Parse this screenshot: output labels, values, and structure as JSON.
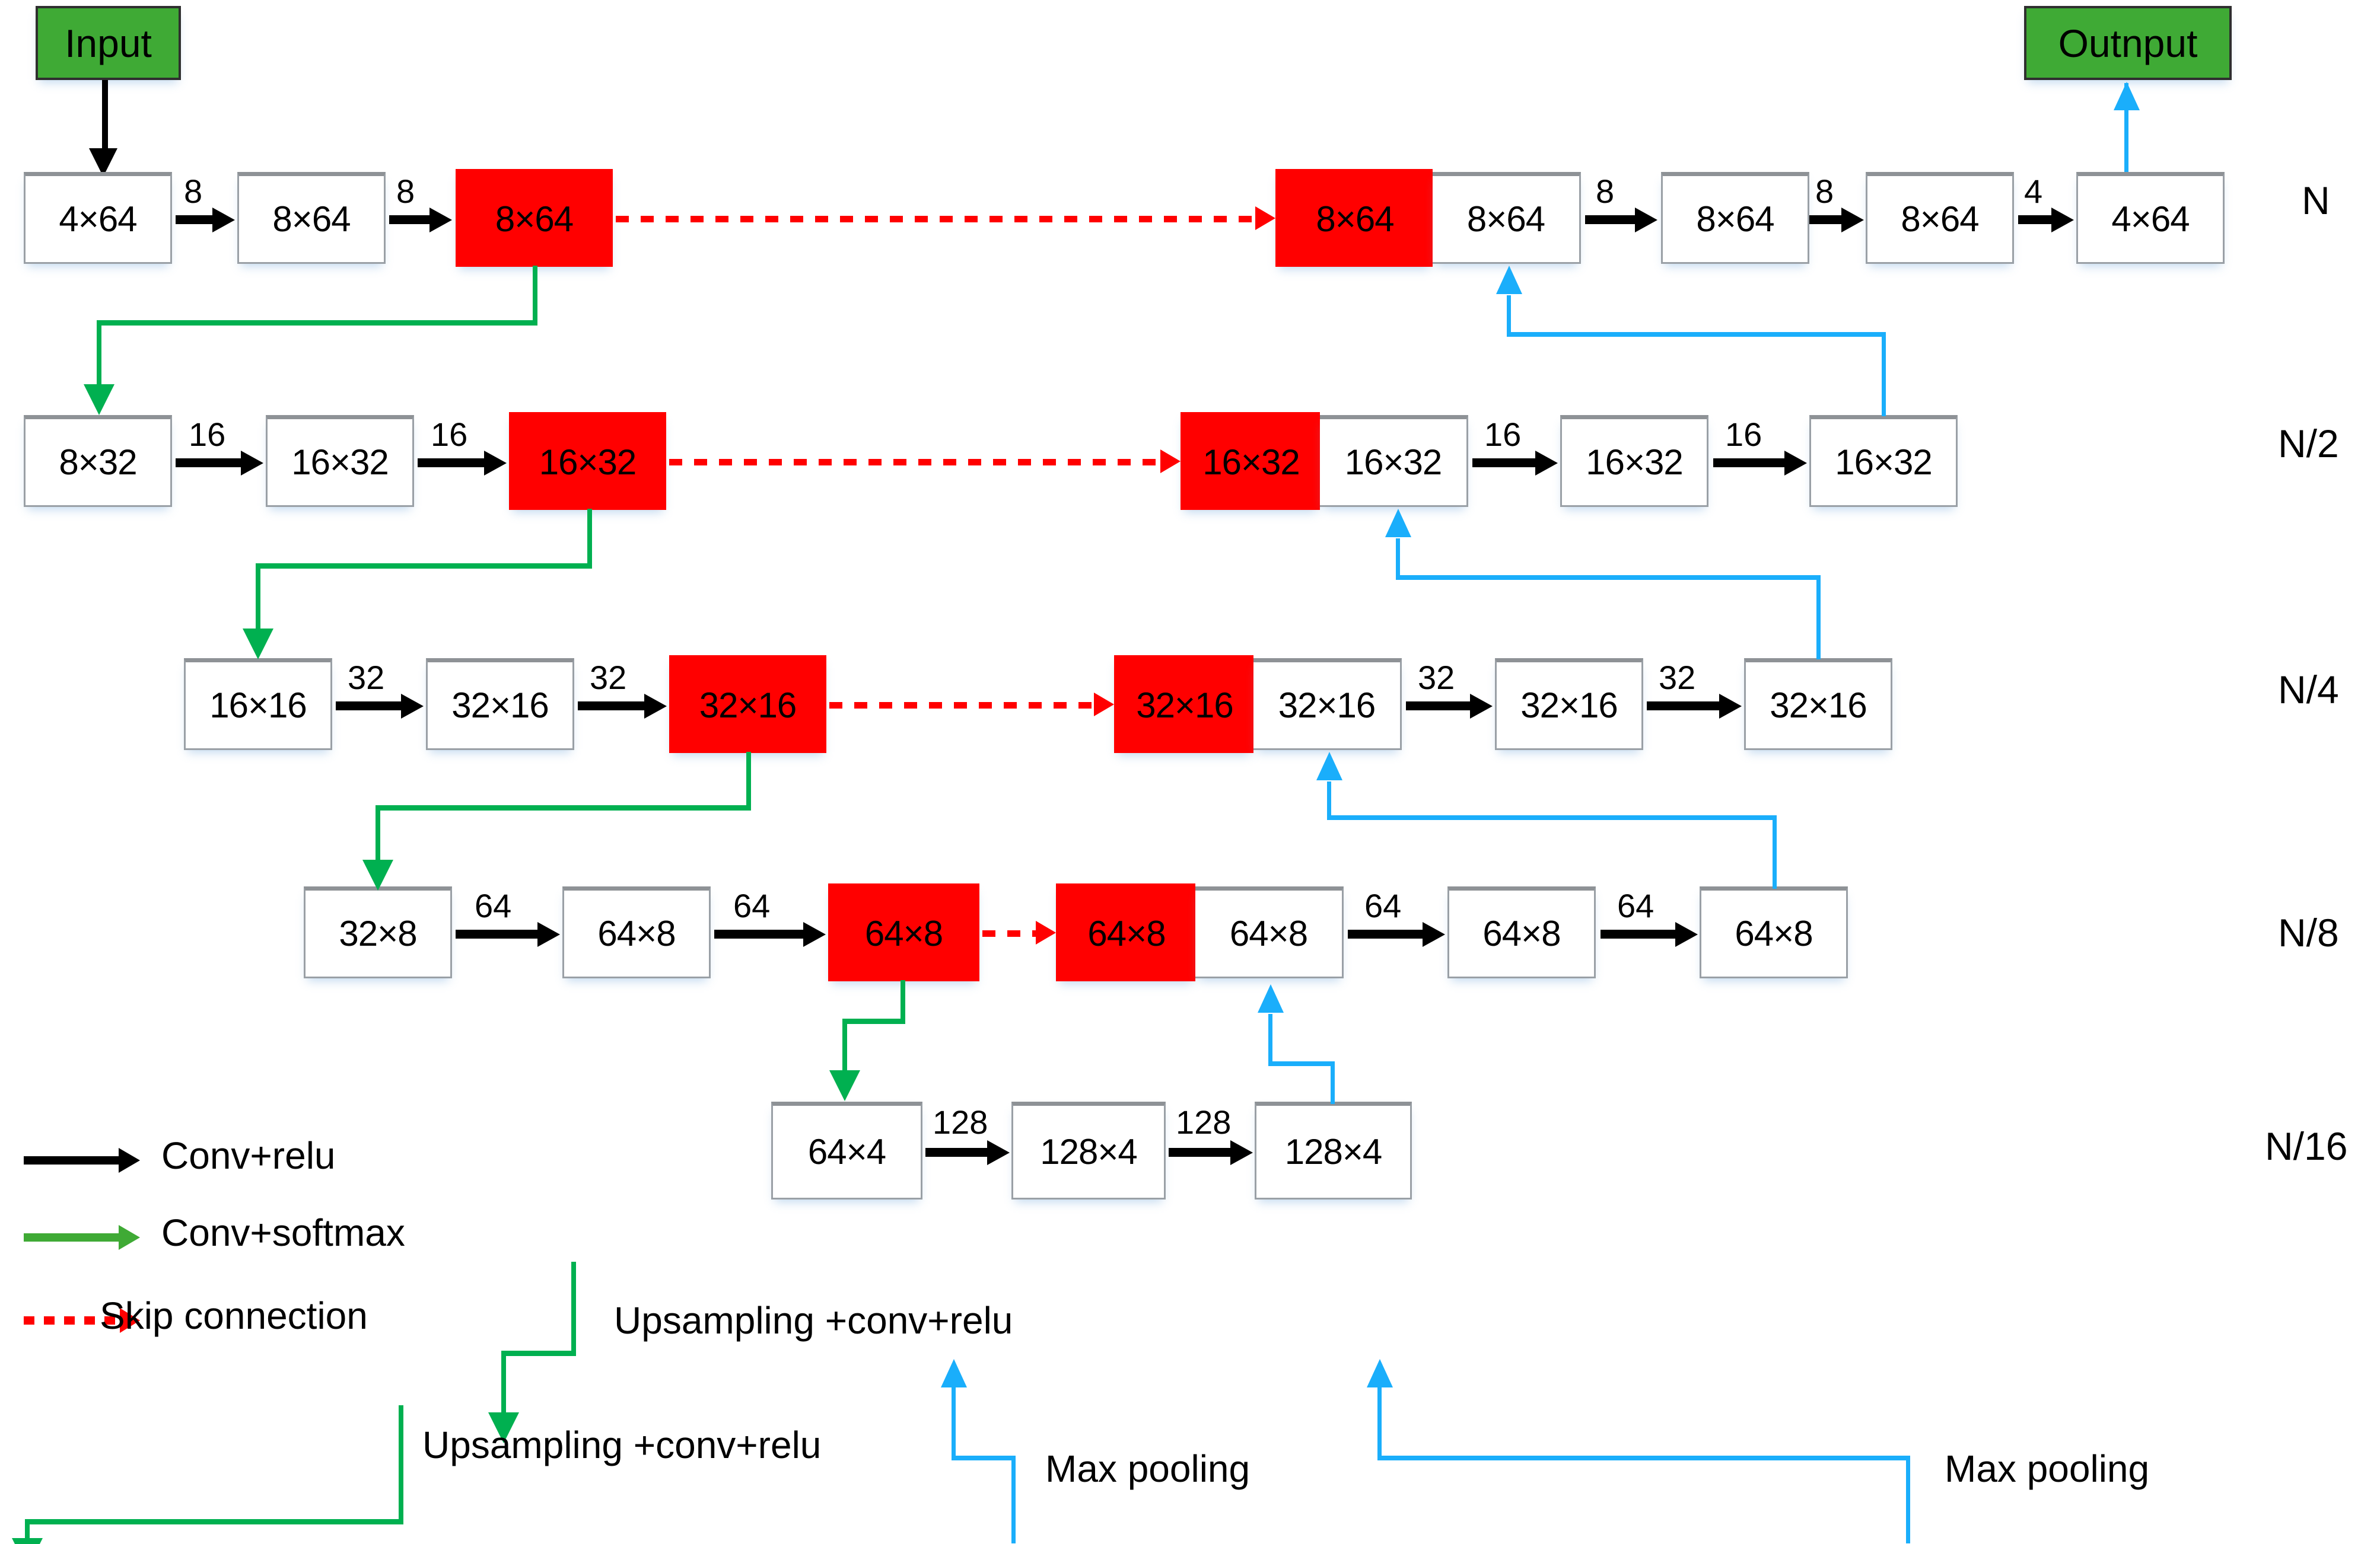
{
  "diagram": {
    "title_nodes": {
      "input": "Input",
      "output": "Outnput"
    },
    "scale_labels": [
      "N",
      "N/2",
      "N/4",
      "N/8",
      "N/16"
    ],
    "rows": [
      {
        "scale": "N",
        "boxes": [
          {
            "label": "4×64",
            "num": "4",
            "dim": "64",
            "color": "white"
          },
          {
            "label": "8×64",
            "num": "8",
            "dim": "64",
            "color": "white"
          },
          {
            "label": "8×64",
            "num": "8",
            "dim": "64",
            "color": "red"
          },
          {
            "label": "8×64",
            "num": "8",
            "dim": "64",
            "color": "red"
          },
          {
            "label": "8×64",
            "num": "8",
            "dim": "64",
            "color": "white"
          },
          {
            "label": "8×64",
            "num": "8",
            "dim": "64",
            "color": "white"
          },
          {
            "label": "8×64",
            "num": "8",
            "dim": "64",
            "color": "white"
          },
          {
            "label": "4×64",
            "num": "4",
            "dim": "64",
            "color": "white"
          }
        ],
        "conv_labels": [
          "8",
          "8",
          "8",
          "8",
          "4"
        ]
      },
      {
        "scale": "N/2",
        "boxes": [
          {
            "label": "8×32",
            "num": "8",
            "dim": "32",
            "color": "white"
          },
          {
            "label": "16×32",
            "num": "16",
            "dim": "32",
            "color": "white"
          },
          {
            "label": "16×32",
            "num": "16",
            "dim": "32",
            "color": "red"
          },
          {
            "label": "16×32",
            "num": "16",
            "dim": "32",
            "color": "red"
          },
          {
            "label": "16×32",
            "num": "16",
            "dim": "32",
            "color": "white"
          },
          {
            "label": "16×32",
            "num": "16",
            "dim": "32",
            "color": "white"
          },
          {
            "label": "16×32",
            "num": "16",
            "dim": "32",
            "color": "white"
          }
        ],
        "conv_labels": [
          "16",
          "16",
          "16",
          "16"
        ]
      },
      {
        "scale": "N/4",
        "boxes": [
          {
            "label": "16×16",
            "num": "16",
            "dim": "16",
            "color": "white"
          },
          {
            "label": "32×16",
            "num": "32",
            "dim": "16",
            "color": "white"
          },
          {
            "label": "32×16",
            "num": "32",
            "dim": "16",
            "color": "red"
          },
          {
            "label": "32×16",
            "num": "32",
            "dim": "16",
            "color": "red"
          },
          {
            "label": "32×16",
            "num": "32",
            "dim": "16",
            "color": "white"
          },
          {
            "label": "32×16",
            "num": "32",
            "dim": "16",
            "color": "white"
          },
          {
            "label": "32×16",
            "num": "32",
            "dim": "16",
            "color": "white"
          }
        ],
        "conv_labels": [
          "32",
          "32",
          "32",
          "32"
        ]
      },
      {
        "scale": "N/8",
        "boxes": [
          {
            "label": "32×8",
            "num": "32",
            "dim": "8",
            "color": "white"
          },
          {
            "label": "64×8",
            "num": "64",
            "dim": "8",
            "color": "white"
          },
          {
            "label": "64×8",
            "num": "64",
            "dim": "8",
            "color": "red"
          },
          {
            "label": "64×8",
            "num": "64",
            "dim": "8",
            "color": "red"
          },
          {
            "label": "64×8",
            "num": "64",
            "dim": "8",
            "color": "white"
          },
          {
            "label": "64×8",
            "num": "64",
            "dim": "8",
            "color": "white"
          },
          {
            "label": "64×8",
            "num": "64",
            "dim": "8",
            "color": "white"
          }
        ],
        "conv_labels": [
          "64",
          "64",
          "64",
          "64"
        ]
      },
      {
        "scale": "N/16",
        "boxes": [
          {
            "label": "64×4",
            "num": "64",
            "dim": "4",
            "color": "white"
          },
          {
            "label": "128×4",
            "num": "128",
            "dim": "4",
            "color": "white"
          },
          {
            "label": "128×4",
            "num": "128",
            "dim": "4",
            "color": "white"
          }
        ],
        "conv_labels": [
          "128",
          "128"
        ]
      }
    ],
    "legend": [
      {
        "id": "conv-relu",
        "marker": "black-arrow",
        "label": "Conv+relu"
      },
      {
        "id": "conv-softmax",
        "marker": "green-arrow",
        "label": "Conv+softmax"
      },
      {
        "id": "skip-connection",
        "marker": "red-dotted-arrow",
        "label": "Skip connection"
      }
    ],
    "annotations": [
      {
        "id": "upsampling-1",
        "label": "Upsampling +conv+relu",
        "marker": "green-elbow-arrow"
      },
      {
        "id": "upsampling-2",
        "label": "Upsampling +conv+relu",
        "marker": "green-elbow-arrow"
      },
      {
        "id": "maxpool-1",
        "label": "Max pooling",
        "marker": "blue-elbow-arrow"
      },
      {
        "id": "maxpool-2",
        "label": "Max pooling",
        "marker": "blue-elbow-arrow"
      }
    ],
    "colors": {
      "encoder_highlight": "#ff0000",
      "endpoint": "#3faa35",
      "conv_arrow": "#000000",
      "softmax_arrow": "#00b050",
      "pool_arrow": "#1aaefb",
      "skip_arrow": "#ff0000"
    }
  }
}
